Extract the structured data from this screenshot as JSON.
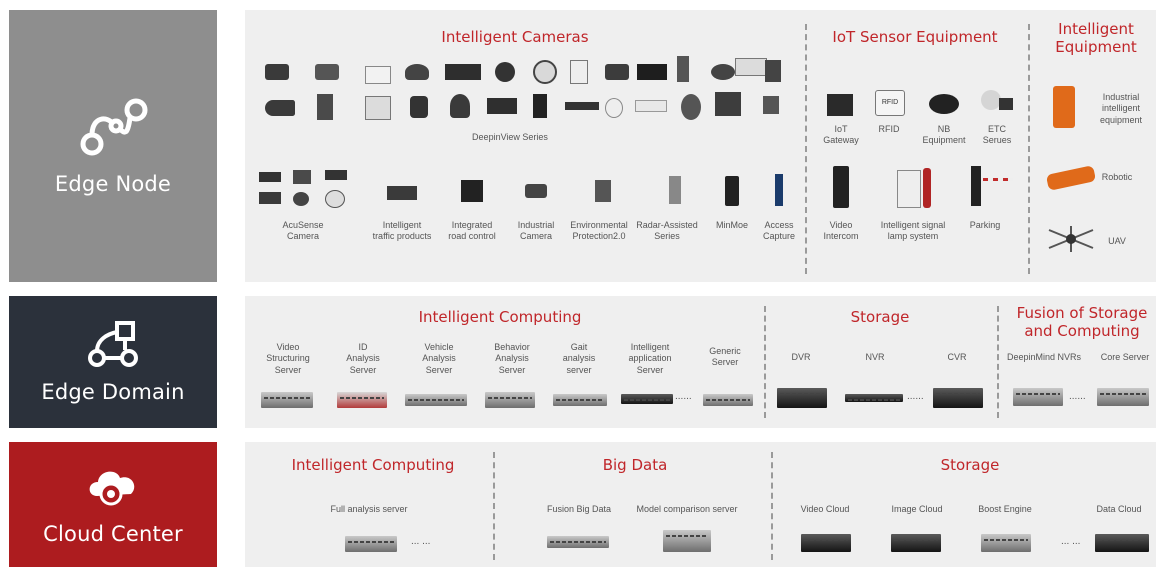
{
  "tiers": {
    "edge_node": "Edge Node",
    "edge_domain": "Edge Domain",
    "cloud_center": "Cloud Center"
  },
  "colors": {
    "edge_node": "#8e8e8e",
    "edge_domain": "#2b313b",
    "cloud_center": "#ad1c1f",
    "section_title": "#c0262a",
    "panel": "#efefef"
  },
  "icons": {
    "edge_node": "node-graph-icon",
    "edge_domain": "domain-flow-icon",
    "cloud_center": "cloud-gear-icon"
  },
  "edge_node": {
    "cameras_title": "Intelligent Cameras",
    "deepview_caption": "DeepinView Series",
    "iot_title": "IoT Sensor Equipment",
    "equipment_title": "Intelligent\nEquipment",
    "camera_items": [
      {
        "label": "AcuSense\nCamera"
      },
      {
        "label": "Intelligent\ntraffic products"
      },
      {
        "label": "Integrated\nroad control"
      },
      {
        "label": "Industrial\nCamera"
      },
      {
        "label": "Environmental\nProtection2.0"
      },
      {
        "label": "Radar-Assisted\nSeries"
      },
      {
        "label": "MinMoe"
      },
      {
        "label": "Access\nCapture"
      }
    ],
    "iot_items": [
      {
        "label": "IoT\nGateway"
      },
      {
        "label": "RFID"
      },
      {
        "label": "NB\nEquipment"
      },
      {
        "label": "ETC\nSerues"
      },
      {
        "label": "Video\nIntercom"
      },
      {
        "label": "Intelligent signal\nlamp system"
      },
      {
        "label": "Parking"
      }
    ],
    "equipment_items": [
      {
        "label": "Industrial\nintelligent\nequipment"
      },
      {
        "label": "Robotic"
      },
      {
        "label": "UAV"
      }
    ]
  },
  "edge_domain": {
    "computing_title": "Intelligent Computing",
    "storage_title": "Storage",
    "fusion_title": "Fusion of Storage\nand Computing",
    "computing_items": [
      {
        "label": "Video\nStructuring\nServer"
      },
      {
        "label": "ID\nAnalysis\nServer"
      },
      {
        "label": "Vehicle\nAnalysis\nServer"
      },
      {
        "label": "Behavior\nAnalysis\nServer"
      },
      {
        "label": "Gait\nanalysis\nserver"
      },
      {
        "label": "Intelligent\napplication\nServer"
      },
      {
        "label": "Generic\nServer"
      }
    ],
    "storage_items": [
      {
        "label": "DVR"
      },
      {
        "label": "NVR"
      },
      {
        "label": "CVR"
      }
    ],
    "fusion_items": [
      {
        "label": "DeepinMind NVRs"
      },
      {
        "label": "Core Server"
      }
    ],
    "ellipsis": "......"
  },
  "cloud_center": {
    "computing_title": "Intelligent Computing",
    "bigdata_title": "Big Data",
    "storage_title": "Storage",
    "computing_items": [
      {
        "label": "Full analysis server"
      }
    ],
    "bigdata_items": [
      {
        "label": "Fusion Big Data"
      },
      {
        "label": "Model comparison server"
      }
    ],
    "storage_items": [
      {
        "label": "Video Cloud"
      },
      {
        "label": "Image Cloud"
      },
      {
        "label": "Boost Engine"
      },
      {
        "label": "Data Cloud"
      }
    ],
    "ellipsis": "... ..."
  }
}
